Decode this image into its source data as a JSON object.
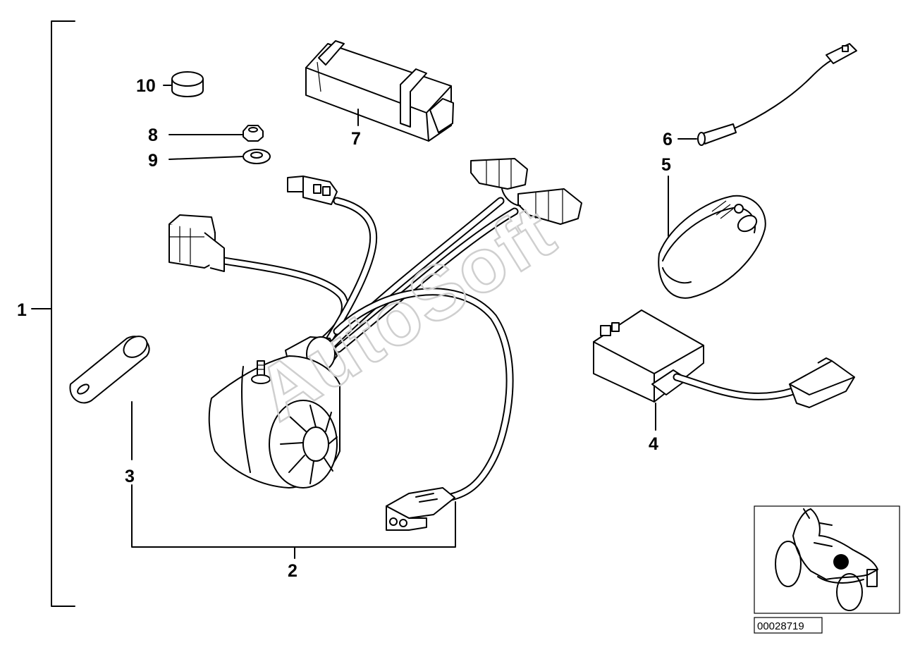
{
  "diagram": {
    "callouts": {
      "c1": "1",
      "c2": "2",
      "c3": "3",
      "c4": "4",
      "c5": "5",
      "c6": "6",
      "c7": "7",
      "c8": "8",
      "c9": "9",
      "c10": "10"
    },
    "watermark": "AutoSoft",
    "document_number": "00028719"
  }
}
